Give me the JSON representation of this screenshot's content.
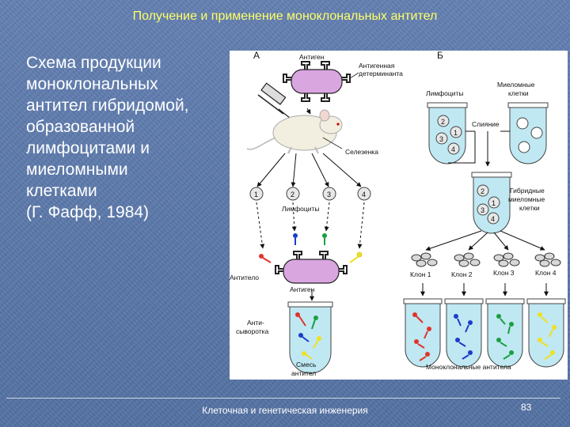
{
  "slide": {
    "title": "Получение и применение моноклональных антител",
    "body_lines": [
      "Схема продукции",
      "моноклональных",
      "антител гибридомой,",
      "образованной",
      "лимфоцитами и",
      "миеломными",
      "клетками",
      "(Г. Фафф, 1984)"
    ],
    "footer": "Клеточная и генетическая инженерия",
    "page_number": "83"
  },
  "figure": {
    "section_a": "А",
    "section_b": "Б",
    "antigen_top": "Антиген",
    "determinant_line1": "Антигенная",
    "determinant_line2": "детерминанта",
    "spleen": "Селезенка",
    "lymphocytes_left": "Лимфоциты",
    "antibody": "Антитело",
    "antigen_bottom": "Антиген",
    "antiserum_line1": "Анти-",
    "antiserum_line2": "сыворотка",
    "mixture_line1": "Смесь",
    "mixture_line2": "антител",
    "lymphocytes_right": "Лимфоциты",
    "myeloma_line1": "Миеломные",
    "myeloma_line2": "клетки",
    "fusion": "Слияние",
    "hybrid_line1": "Гибридные",
    "hybrid_line2": "миеломные",
    "hybrid_line3": "клетки",
    "clones": [
      "Клон 1",
      "Клон 2",
      "Клон 3",
      "Клон 4"
    ],
    "monoclonal": "Моноклональные антитела",
    "cell_numbers": [
      "1",
      "2",
      "3",
      "4"
    ],
    "colors": {
      "red": "#e0342c",
      "blue": "#1c3cc8",
      "green": "#18a040",
      "yellow": "#f0e020",
      "tube": "#bfe8f2",
      "antigen": "#d9a6e0"
    }
  }
}
